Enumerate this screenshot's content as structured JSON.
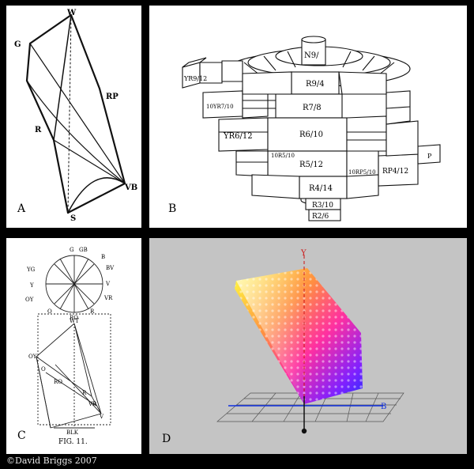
{
  "panels": {
    "A": {
      "label": "A",
      "vertex_labels": [
        "W",
        "G",
        "R",
        "RP",
        "VB",
        "S"
      ]
    },
    "B": {
      "label": "B",
      "block_labels": [
        "N9/",
        "R9/4",
        "R7/8",
        "R6/10",
        "R5/12",
        "R4/14",
        "R3/10",
        "R2/6",
        "YR9/12",
        "10YR7/10",
        "YR6/12",
        "10R5/10",
        "10RP5/10",
        "RP4/12",
        "P"
      ]
    },
    "C": {
      "label": "C",
      "circle_labels": [
        "G",
        "GB",
        "B",
        "BV",
        "V",
        "VR",
        "R",
        "RO",
        "O",
        "OY",
        "Y",
        "YG"
      ],
      "solid_labels": [
        "WT",
        "OY",
        "O",
        "RO",
        "R",
        "VR",
        "V",
        "BLK"
      ],
      "caption": "FIG. 11."
    },
    "D": {
      "label": "D",
      "axis_labels": [
        "Y",
        "B"
      ]
    }
  },
  "copyright": "©David Briggs 2007"
}
